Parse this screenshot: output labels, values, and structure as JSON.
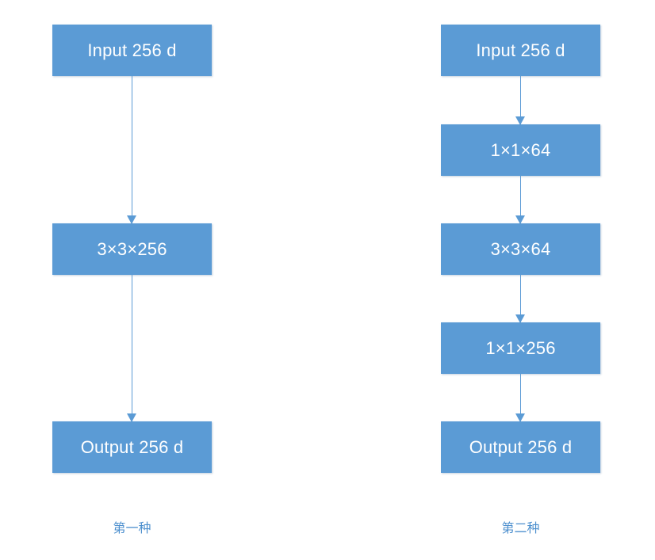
{
  "figure": {
    "background_color": "#ffffff",
    "accent_color": "#5B9BD5",
    "box_text_color": "#ffffff",
    "caption_color": "#4C8FCE"
  },
  "diagrams": [
    {
      "id": "basic-block",
      "caption": "第一种",
      "nodes": [
        {
          "label": "Input 256 d",
          "slot": 0
        },
        {
          "label": "3×3×256",
          "slot": 2
        },
        {
          "label": "Output 256 d",
          "slot": 4
        }
      ],
      "arrows": [
        {
          "from": "Input 256 d",
          "to": "3×3×256"
        },
        {
          "from": "3×3×256",
          "to": "Output 256 d"
        }
      ]
    },
    {
      "id": "bottleneck-block",
      "caption": "第二种",
      "nodes": [
        {
          "label": "Input 256 d",
          "slot": 0
        },
        {
          "label": "1×1×64",
          "slot": 1
        },
        {
          "label": "3×3×64",
          "slot": 2
        },
        {
          "label": "1×1×256",
          "slot": 3
        },
        {
          "label": "Output 256 d",
          "slot": 4
        }
      ],
      "arrows": [
        {
          "from": "Input 256 d",
          "to": "1×1×64"
        },
        {
          "from": "1×1×64",
          "to": "3×3×64"
        },
        {
          "from": "3×3×64",
          "to": "1×1×256"
        },
        {
          "from": "1×1×256",
          "to": "Output 256 d"
        }
      ]
    }
  ]
}
